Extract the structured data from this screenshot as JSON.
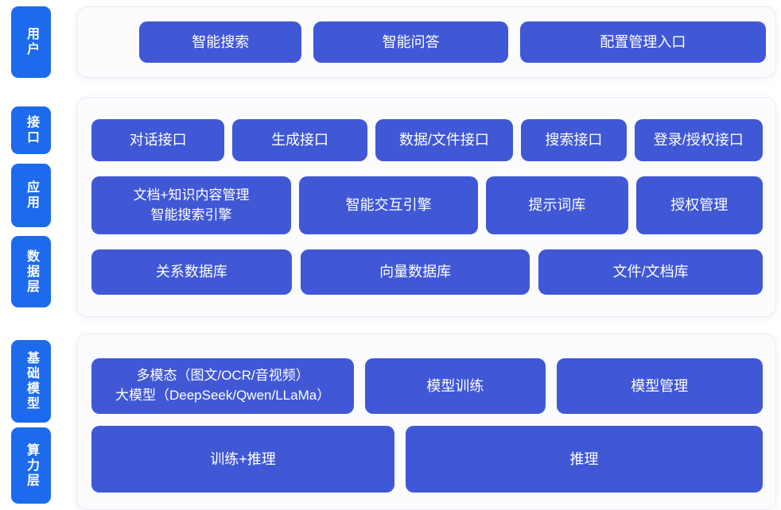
{
  "diagram": {
    "colors": {
      "label_blue": "#1d6bec",
      "box_blue": "#4058d5",
      "panel_bg": "#fcfcfe",
      "panel_border": "#e8ebf2",
      "page_bg": "#ffffff",
      "text_white": "#ffffff"
    },
    "sections": [
      {
        "rows": [
          {
            "label": "用户",
            "buttons": [
              "智能搜索",
              "智能问答",
              "配置管理入口"
            ]
          }
        ]
      },
      {
        "rows": [
          {
            "label": "接口",
            "buttons": [
              "对话接口",
              "生成接口",
              "数据/文件接口",
              "搜索接口",
              "登录/授权接口"
            ]
          },
          {
            "label": "应用",
            "buttons": [
              "文档+知识内容管理\n智能搜索引擎",
              "智能交互引擎",
              "提示词库",
              "授权管理"
            ]
          },
          {
            "label": "数据层",
            "buttons": [
              "关系数据库",
              "向量数据库",
              "文件/文档库"
            ]
          }
        ]
      },
      {
        "rows": [
          {
            "label": "基础模型",
            "buttons": [
              "多模态（图文/OCR/音视频）\n大模型（DeepSeek/Qwen/LLaMa）",
              "模型训练",
              "模型管理"
            ]
          },
          {
            "label": "算力层",
            "buttons": [
              "训练+推理",
              "推理"
            ]
          }
        ]
      }
    ]
  }
}
